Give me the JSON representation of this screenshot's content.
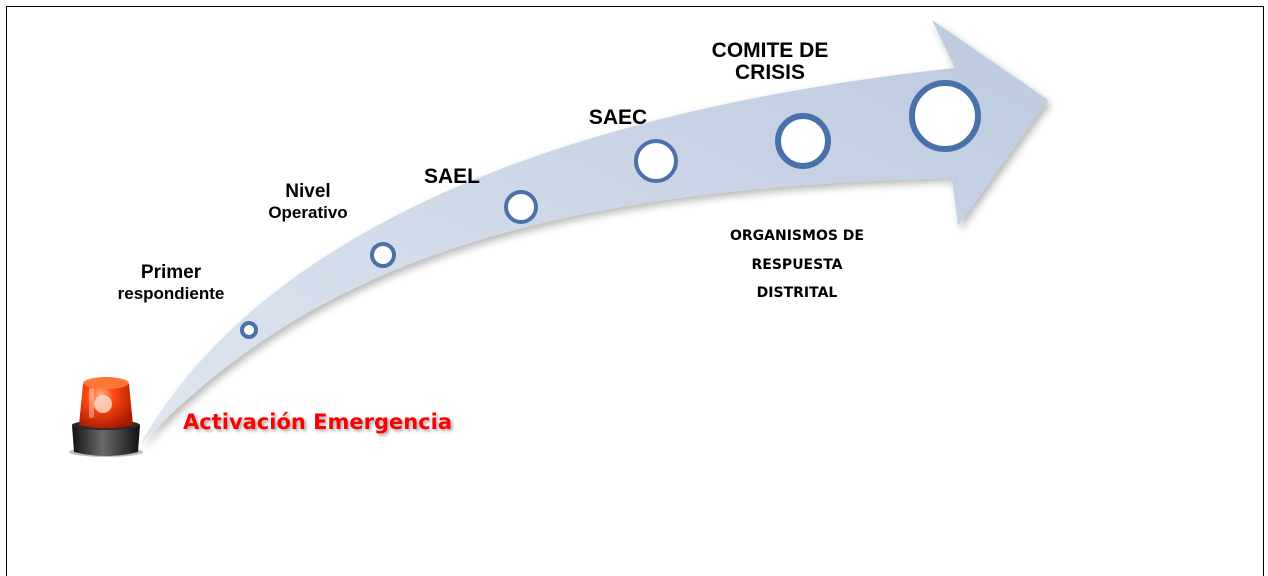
{
  "stages": [
    {
      "id": "primer",
      "line1": "Primer",
      "line2": "respondiente"
    },
    {
      "id": "nivel",
      "line1": "Nivel",
      "line2": "Operativo"
    },
    {
      "id": "sael",
      "line1": "SAEL"
    },
    {
      "id": "saec",
      "line1": "SAEC"
    },
    {
      "id": "comite",
      "line1": "COMITE DE",
      "line2": "CRISIS"
    }
  ],
  "organismos": {
    "line1": "ORGANISMOS DE",
    "line2": "RESPUESTA",
    "line3": "DISTRITAL"
  },
  "activacion": "Activación Emergencia",
  "colors": {
    "arrow_light": "#e8edf5",
    "arrow_dark": "#b7c5db",
    "circle_stroke": "#4a72aa",
    "alert_text": "#ff0000"
  },
  "icons": [
    "siren-icon"
  ]
}
